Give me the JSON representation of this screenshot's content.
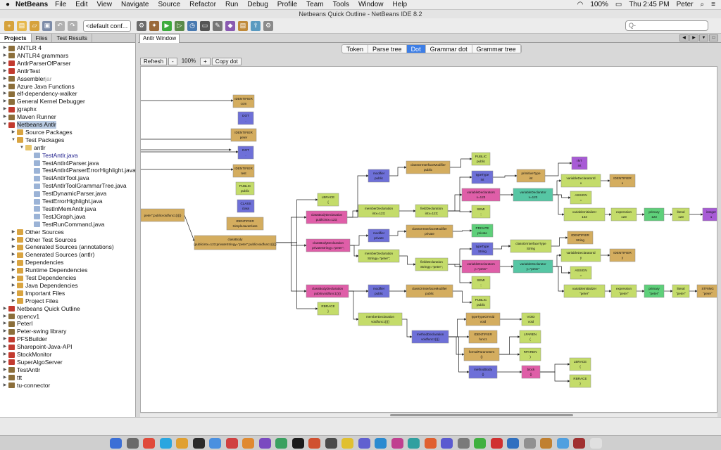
{
  "menubar": {
    "app": "NetBeans",
    "items": [
      "File",
      "Edit",
      "View",
      "Navigate",
      "Source",
      "Refactor",
      "Run",
      "Debug",
      "Profile",
      "Team",
      "Tools",
      "Window",
      "Help"
    ],
    "battery": "100%",
    "clock": "Thu 2:45 PM",
    "user": "Peter"
  },
  "window": {
    "title": "Netbeans Quick Outline - NetBeans IDE 8.2"
  },
  "toolbar": {
    "config": "<default conf...",
    "search_placeholder": "Q-"
  },
  "left_tabs": [
    "Projects",
    "Files",
    "Test Results"
  ],
  "tree": [
    {
      "label": "ANTLR 4",
      "depth": 0,
      "exp": "▶",
      "icon": "#8b6e3a"
    },
    {
      "label": "ANTLR4 grammars",
      "depth": 0,
      "exp": "▶",
      "icon": "#8b6e3a"
    },
    {
      "label": "AntlrParserOfParser",
      "depth": 0,
      "exp": "▶",
      "icon": "#c23a2f"
    },
    {
      "label": "AntlrTest",
      "depth": 0,
      "exp": "▶",
      "icon": "#c23a2f"
    },
    {
      "label": "Assembler",
      "suffix": " jar",
      "depth": 0,
      "exp": "▶",
      "icon": "#8b6e3a"
    },
    {
      "label": "Azure Java Functions",
      "depth": 0,
      "exp": "▶",
      "icon": "#8b6e3a"
    },
    {
      "label": "elf-dependency-walker",
      "depth": 0,
      "exp": "▶",
      "icon": "#8b6e3a"
    },
    {
      "label": "General Kernel Debugger",
      "depth": 0,
      "exp": "▶",
      "icon": "#8b6e3a"
    },
    {
      "label": "jgraphx",
      "depth": 0,
      "exp": "▶",
      "icon": "#c23a2f"
    },
    {
      "label": "Maven Runner",
      "depth": 0,
      "exp": "▶",
      "icon": "#8b6e3a"
    },
    {
      "label": "Netbeans Antlr",
      "depth": 0,
      "exp": "▼",
      "icon": "#c23a2f",
      "sel": true
    },
    {
      "label": "Source Packages",
      "depth": 1,
      "exp": "▶",
      "icon": "#d9a441"
    },
    {
      "label": "Test Packages",
      "depth": 1,
      "exp": "▼",
      "icon": "#d9a441"
    },
    {
      "label": "antlr",
      "depth": 2,
      "exp": "▼",
      "icon": "#e6c46b"
    },
    {
      "label": "TestAntlr.java",
      "depth": 3,
      "exp": "",
      "icon": "#9bb3d6",
      "java": true
    },
    {
      "label": "TestAntlr4Parser.java",
      "depth": 3,
      "exp": "",
      "icon": "#9bb3d6"
    },
    {
      "label": "TestAntlr4ParserErrorHighlight.java",
      "depth": 3,
      "exp": "",
      "icon": "#9bb3d6"
    },
    {
      "label": "TestAntlrTool.java",
      "depth": 3,
      "exp": "",
      "icon": "#9bb3d6"
    },
    {
      "label": "TestAntlrToolGrammarTree.java",
      "depth": 3,
      "exp": "",
      "icon": "#9bb3d6"
    },
    {
      "label": "TestDynamicParser.java",
      "depth": 3,
      "exp": "",
      "icon": "#9bb3d6"
    },
    {
      "label": "TestErrorHighlight.java",
      "depth": 3,
      "exp": "",
      "icon": "#9bb3d6"
    },
    {
      "label": "TestInMemAntlr.java",
      "depth": 3,
      "exp": "",
      "icon": "#9bb3d6"
    },
    {
      "label": "TestJGraph.java",
      "depth": 3,
      "exp": "",
      "icon": "#9bb3d6"
    },
    {
      "label": "TestRunCommand.java",
      "depth": 3,
      "exp": "",
      "icon": "#9bb3d6"
    },
    {
      "label": "Other Sources",
      "depth": 1,
      "exp": "▶",
      "icon": "#d9a441"
    },
    {
      "label": "Other Test Sources",
      "depth": 1,
      "exp": "▶",
      "icon": "#d9a441"
    },
    {
      "label": "Generated Sources (annotations)",
      "depth": 1,
      "exp": "▶",
      "icon": "#d9a441"
    },
    {
      "label": "Generated Sources (antlr)",
      "depth": 1,
      "exp": "▶",
      "icon": "#d9a441"
    },
    {
      "label": "Dependencies",
      "depth": 1,
      "exp": "▶",
      "icon": "#d9a441"
    },
    {
      "label": "Runtime Dependencies",
      "depth": 1,
      "exp": "▶",
      "icon": "#d9a441"
    },
    {
      "label": "Test Dependencies",
      "depth": 1,
      "exp": "▶",
      "icon": "#d9a441"
    },
    {
      "label": "Java Dependencies",
      "depth": 1,
      "exp": "▶",
      "icon": "#d9a441"
    },
    {
      "label": "Important Files",
      "depth": 1,
      "exp": "▶",
      "icon": "#d9a441"
    },
    {
      "label": "Project Files",
      "depth": 1,
      "exp": "▶",
      "icon": "#d9a441"
    },
    {
      "label": "Netbeans Quick Outline",
      "depth": 0,
      "exp": "▶",
      "icon": "#c23a2f"
    },
    {
      "label": "opencv1",
      "depth": 0,
      "exp": "▶",
      "icon": "#8b6e3a"
    },
    {
      "label": "Peterl",
      "depth": 0,
      "exp": "▶",
      "icon": "#8b6e3a"
    },
    {
      "label": "Peter-swing library",
      "depth": 0,
      "exp": "▶",
      "icon": "#8b6e3a"
    },
    {
      "label": "PFSBuilder",
      "depth": 0,
      "exp": "▶",
      "icon": "#c23a2f"
    },
    {
      "label": "Sharepoint-Java-API",
      "depth": 0,
      "exp": "▶",
      "icon": "#c23a2f"
    },
    {
      "label": "StockMonitor",
      "depth": 0,
      "exp": "▶",
      "icon": "#c23a2f"
    },
    {
      "label": "SuperAlgoServer",
      "depth": 0,
      "exp": "▶",
      "icon": "#c23a2f"
    },
    {
      "label": "TestAntlr",
      "depth": 0,
      "exp": "▶",
      "icon": "#8b6e3a"
    },
    {
      "label": "ttt",
      "depth": 0,
      "exp": "▶",
      "icon": "#8b6e3a"
    },
    {
      "label": "tu-connector",
      "depth": 0,
      "exp": "▶",
      "icon": "#8b6e3a"
    }
  ],
  "editor_tab": "Antlr Window",
  "view_tabs": [
    "Token",
    "Parse tree",
    "Dot",
    "Grammar dot",
    "Grammar tree"
  ],
  "active_view": "Dot",
  "dot_toolbar": [
    "Refresh",
    "-",
    "100%",
    "+",
    "Copy dot"
  ],
  "colors": {
    "tan": "#d4ad5f",
    "blue": "#6e70d8",
    "lime": "#c4dc6a",
    "pink": "#df5ea8",
    "green": "#5ed07a",
    "teal": "#56c6a4",
    "purple": "#a85bd6"
  },
  "graph": {
    "nodes": [
      {
        "id": "n1",
        "t": "IDENTIFIER",
        "s": "com",
        "c": "tan"
      },
      {
        "id": "n2",
        "t": "DOT",
        "s": ".",
        "c": "blue"
      },
      {
        "id": "n3",
        "t": "IDENTIFIER",
        "s": "peter",
        "c": "tan"
      },
      {
        "id": "n4",
        "t": "DOT",
        "s": ".",
        "c": "blue"
      },
      {
        "id": "n5",
        "t": "IDENTIFIER",
        "s": "test",
        "c": "tan"
      },
      {
        "id": "n6",
        "t": "PUBLIC",
        "s": "public",
        "c": "lime"
      },
      {
        "id": "n7",
        "t": "CLASS",
        "s": "class",
        "c": "blue"
      },
      {
        "id": "n8",
        "t": "IDENTIFIER",
        "s": "SimpleJavaClass",
        "c": "tan"
      },
      {
        "id": "n9",
        "t": "",
        "s": "peter\";publicvoidfunc1(){}}",
        "c": "tan"
      },
      {
        "id": "n10",
        "t": "classBody",
        "s": "{publicintx=123;privateStringy=\"peter\";publicvoidfunc1(){}}",
        "c": "tan"
      },
      {
        "id": "n11",
        "t": "LBRACE",
        "s": "{",
        "c": "lime"
      },
      {
        "id": "n12",
        "t": "classBodyDeclaration",
        "s": "publicintx=123;",
        "c": "pink"
      },
      {
        "id": "n13",
        "t": "classBodyDeclaration",
        "s": "privateStringy=\"peter\";",
        "c": "pink"
      },
      {
        "id": "n14",
        "t": "classBodyDeclaration",
        "s": "publicvoidfunc1(){}",
        "c": "pink"
      },
      {
        "id": "n15",
        "t": "RBRACE",
        "s": "}",
        "c": "lime"
      },
      {
        "id": "n16",
        "t": "modifier",
        "s": "public",
        "c": "blue"
      },
      {
        "id": "n17",
        "t": "memberDeclaration",
        "s": "intx=123;",
        "c": "lime"
      },
      {
        "id": "n18",
        "t": "modifier",
        "s": "private",
        "c": "blue"
      },
      {
        "id": "n19",
        "t": "memberDeclaration",
        "s": "Stringy=\"peter\";",
        "c": "lime"
      },
      {
        "id": "n20",
        "t": "modifier",
        "s": "public",
        "c": "blue"
      },
      {
        "id": "n21",
        "t": "memberDeclaration",
        "s": "voidfunc1(){}",
        "c": "lime"
      },
      {
        "id": "n22",
        "t": "classOrInterfaceModifier",
        "s": "public",
        "c": "tan"
      },
      {
        "id": "n23",
        "t": "fieldDeclaration",
        "s": "intx=123;",
        "c": "lime"
      },
      {
        "id": "n24",
        "t": "classOrInterfaceModifier",
        "s": "private",
        "c": "tan"
      },
      {
        "id": "n25",
        "t": "fieldDeclaration",
        "s": "Stringy=\"peter\";",
        "c": "lime"
      },
      {
        "id": "n26",
        "t": "classOrInterfaceModifier",
        "s": "public",
        "c": "tan"
      },
      {
        "id": "n27",
        "t": "methodDeclaration",
        "s": "voidfunc1(){}",
        "c": "blue"
      },
      {
        "id": "n28",
        "t": "PUBLIC",
        "s": "public",
        "c": "lime"
      },
      {
        "id": "n29",
        "t": "typeType",
        "s": "int",
        "c": "blue"
      },
      {
        "id": "n30",
        "t": "primitiveType",
        "s": "int",
        "c": "tan"
      },
      {
        "id": "n31",
        "t": "INT",
        "s": "int",
        "c": "purple"
      },
      {
        "id": "n32",
        "t": "variableDeclarators",
        "s": "x=123",
        "c": "pink"
      },
      {
        "id": "n33",
        "t": "variableDeclarator",
        "s": "x=123",
        "c": "teal"
      },
      {
        "id": "n34",
        "t": "variableDeclaratorId",
        "s": "x",
        "c": "lime"
      },
      {
        "id": "n35",
        "t": "IDENTIFIER",
        "s": "x",
        "c": "tan"
      },
      {
        "id": "n36",
        "t": "ASSIGN",
        "s": "=",
        "c": "lime"
      },
      {
        "id": "n37",
        "t": "SEMI",
        "s": ";",
        "c": "lime"
      },
      {
        "id": "n38",
        "t": "variableInitializer",
        "s": "123",
        "c": "lime"
      },
      {
        "id": "n39",
        "t": "expression",
        "s": "123",
        "c": "lime"
      },
      {
        "id": "n40",
        "t": "primary",
        "s": "123",
        "c": "green"
      },
      {
        "id": "n41",
        "t": "literal",
        "s": "123",
        "c": "lime"
      },
      {
        "id": "n42",
        "t": "integer",
        "s": "1",
        "c": "purple"
      },
      {
        "id": "n43",
        "t": "PRIVATE",
        "s": "private",
        "c": "green"
      },
      {
        "id": "n44",
        "t": "typeType",
        "s": "String",
        "c": "blue"
      },
      {
        "id": "n45",
        "t": "classOrInterfaceType",
        "s": "String",
        "c": "lime"
      },
      {
        "id": "n46",
        "t": "IDENTIFIER",
        "s": "String",
        "c": "tan"
      },
      {
        "id": "n47",
        "t": "variableDeclarators",
        "s": "y=\"peter\"",
        "c": "pink"
      },
      {
        "id": "n48",
        "t": "variableDeclarator",
        "s": "y=\"peter\"",
        "c": "teal"
      },
      {
        "id": "n49",
        "t": "variableDeclaratorId",
        "s": "y",
        "c": "lime"
      },
      {
        "id": "n50",
        "t": "IDENTIFIER",
        "s": "y",
        "c": "tan"
      },
      {
        "id": "n51",
        "t": "ASSIGN",
        "s": "=",
        "c": "lime"
      },
      {
        "id": "n52",
        "t": "SEMI",
        "s": ";",
        "c": "lime"
      },
      {
        "id": "n53",
        "t": "variableInitializer",
        "s": "\"peter\"",
        "c": "lime"
      },
      {
        "id": "n54",
        "t": "expression",
        "s": "\"peter\"",
        "c": "lime"
      },
      {
        "id": "n55",
        "t": "primary",
        "s": "\"peter\"",
        "c": "green"
      },
      {
        "id": "n56",
        "t": "literal",
        "s": "\"peter\"",
        "c": "lime"
      },
      {
        "id": "n57",
        "t": "STRING",
        "s": "\"peter\"",
        "c": "tan"
      },
      {
        "id": "n58",
        "t": "PUBLIC",
        "s": "public",
        "c": "lime"
      },
      {
        "id": "n59",
        "t": "typeTypeOrVoid",
        "s": "void",
        "c": "tan"
      },
      {
        "id": "n60",
        "t": "VOID",
        "s": "void",
        "c": "lime"
      },
      {
        "id": "n61",
        "t": "IDENTIFIER",
        "s": "func1",
        "c": "tan"
      },
      {
        "id": "n62",
        "t": "formalParameters",
        "s": "()",
        "c": "tan"
      },
      {
        "id": "n63",
        "t": "LPAREN",
        "s": "(",
        "c": "lime"
      },
      {
        "id": "n64",
        "t": "RPAREN",
        "s": ")",
        "c": "lime"
      },
      {
        "id": "n65",
        "t": "methodBody",
        "s": "{}",
        "c": "blue"
      },
      {
        "id": "n66",
        "t": "block",
        "s": "{}",
        "c": "pink"
      },
      {
        "id": "n67",
        "t": "LBRACE",
        "s": "{",
        "c": "lime"
      },
      {
        "id": "n68",
        "t": "RBRACE",
        "s": "}",
        "c": "lime"
      }
    ],
    "edges": [
      [
        "n10",
        "n11"
      ],
      [
        "n10",
        "n12"
      ],
      [
        "n10",
        "n13"
      ],
      [
        "n10",
        "n14"
      ],
      [
        "n10",
        "n15"
      ],
      [
        "n12",
        "n16"
      ],
      [
        "n12",
        "n17"
      ],
      [
        "n13",
        "n18"
      ],
      [
        "n13",
        "n19"
      ],
      [
        "n14",
        "n20"
      ],
      [
        "n14",
        "n21"
      ],
      [
        "n16",
        "n22"
      ],
      [
        "n17",
        "n23"
      ],
      [
        "n18",
        "n24"
      ],
      [
        "n19",
        "n25"
      ],
      [
        "n20",
        "n26"
      ],
      [
        "n21",
        "n27"
      ],
      [
        "n22",
        "n28"
      ],
      [
        "n23",
        "n29"
      ],
      [
        "n23",
        "n32"
      ],
      [
        "n23",
        "n37"
      ],
      [
        "n29",
        "n30"
      ],
      [
        "n30",
        "n31"
      ],
      [
        "n32",
        "n33"
      ],
      [
        "n33",
        "n34"
      ],
      [
        "n33",
        "n36"
      ],
      [
        "n33",
        "n38"
      ],
      [
        "n34",
        "n35"
      ],
      [
        "n38",
        "n39"
      ],
      [
        "n39",
        "n40"
      ],
      [
        "n40",
        "n41"
      ],
      [
        "n41",
        "n42"
      ],
      [
        "n24",
        "n43"
      ],
      [
        "n25",
        "n44"
      ],
      [
        "n25",
        "n47"
      ],
      [
        "n25",
        "n52"
      ],
      [
        "n44",
        "n45"
      ],
      [
        "n45",
        "n46"
      ],
      [
        "n47",
        "n48"
      ],
      [
        "n48",
        "n49"
      ],
      [
        "n48",
        "n51"
      ],
      [
        "n48",
        "n53"
      ],
      [
        "n49",
        "n50"
      ],
      [
        "n53",
        "n54"
      ],
      [
        "n54",
        "n55"
      ],
      [
        "n55",
        "n56"
      ],
      [
        "n56",
        "n57"
      ],
      [
        "n26",
        "n58"
      ],
      [
        "n27",
        "n59"
      ],
      [
        "n27",
        "n61"
      ],
      [
        "n27",
        "n62"
      ],
      [
        "n27",
        "n65"
      ],
      [
        "n59",
        "n60"
      ],
      [
        "n62",
        "n63"
      ],
      [
        "n62",
        "n64"
      ],
      [
        "n65",
        "n66"
      ],
      [
        "n66",
        "n67"
      ],
      [
        "n66",
        "n68"
      ]
    ]
  }
}
